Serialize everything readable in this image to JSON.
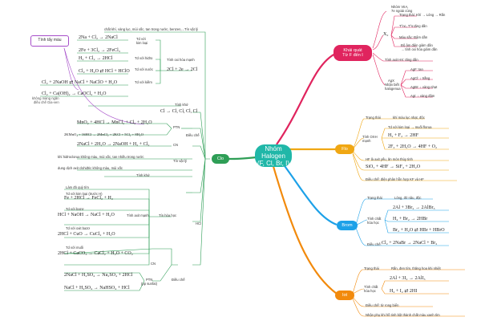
{
  "center": {
    "title": "Nhóm Halogen",
    "subtitle": "(F, Cl, Br, I)"
  },
  "branches": {
    "khai_quat": "Khái quát\nTừ F đến I",
    "cl": "Clo",
    "flo": "Flo",
    "brom": "Brom",
    "iot": "Iot"
  },
  "khai_quat": {
    "top1": "Nhóm VIIA,",
    "top2": "7e ngoài cùng",
    "x2_label": "X₂",
    "x2_1": "Trạng thái: Khí → Lỏng → Rắn",
    "x2_2": "T°nc, T°s  tăng dần",
    "x2_3": "Màu sắc: Đậm dần",
    "x2_4": "Độ âm điện giảm dần",
    "x2_5": "→ tính oxi hóa giảm dần",
    "hx": "Tính axit HX: tăng dần",
    "agx_1": "AgX",
    "agx_2": "Nhận biết",
    "agx_3": "halogenua",
    "ag1": "AgF: tan",
    "ag2": "AgCl: ↓ trắng",
    "ag3": "AgBr: ↓ vàng nhạt",
    "ag4": "AgI: ↓ vàng đậm"
  },
  "clo": {
    "top": "chất khí, vàng lục, mùi xốc, tan trong nước, benzen,...",
    "top2": "Tín vật lý",
    "f1": "2Na + Cl₂ → 2NaCl",
    "f2": "2Fe + 3Cl₂ → 2FeCl₃",
    "f3": "H₂ + Cl₂ → 2HCl",
    "f4": "Cl₂ + H₂O ⇄ HCl + HClO",
    "f5": "Cl₂ + 2NaOH ⇄ NaCl + NaClO + H₂O",
    "f6": "Cl₂ + Ca(OH)₂ → CaOCl₂ + H₂O",
    "l1": "Td với",
    "l1b": "kim loại",
    "l2": "Td với hiđro",
    "l3": "Td với nước",
    "l4": "Td với kiềm",
    "oxh": "Tính oxi hóa mạnh",
    "oxh_f": "2Cl + 2e → 2Cl",
    "khu": "Tính khử",
    "khu_f": "Cl → Cl, Cl, Cl, Cl",
    "callout": "Tính tẩy màu",
    "note": "không màng ngăn",
    "note2": "điều chế Gia-ven",
    "f7": "MnO₂ + 4HCl → MnCl₂ + Cl₂ + 2H₂O",
    "f8": "2KMnO₄ + 16HCl → 2MnCl₂ + 2KCl + 5Cl₂ + 8H₂O",
    "f9": "2NaCl + 2H₂O → 2NaOH + H₂ + Cl₂",
    "ptn": "PTN",
    "cn": "CN",
    "dieuche": "Điều chế",
    "hcl_top": "khí hiđroclorua không màu, mùi xốc, tan nhiều trong nước",
    "hcl_top2": "dung dịch axit clohiđric không màu, mùi xốc",
    "hcl_vl": "Tín vật lý",
    "hcl_khu": "Tính khử",
    "hcl": "HCl",
    "a1": "Làm đỏ quỳ tím",
    "a2": "Td với kim loại (trước H)",
    "f10": "Fe + 2HCl → FeCl₂ + H₂",
    "a3": "Td với bazơ",
    "f11": "HCl + NaOH → NaCl + H₂O",
    "a4": "Td với oxit bazơ",
    "f12": "2HCl + CuO → CuCl₂ + H₂O",
    "a5": "Td với muối",
    "f13": "2HCl + CaCO₃ → CaCl₂ + H₂O + CO₂",
    "axit": "Tính axit mạnh",
    "hoahoc": "Tín hóa học",
    "cn2": "CN",
    "f14": "2NaCl + H₂SO₄ → Na₂SO₄ + 2HCl",
    "f15": "NaCl + H₂SO₄ → NaHSO₄ + HCl",
    "ptn2": "PTN",
    "ptn2b": "(pp sunfat)",
    "dieuche2": "Điều chế"
  },
  "flo_d": {
    "t1": "Trạng thái",
    "t1v": "khí màu lục nhạt, độc",
    "oxh": "Tính OXH mạnh",
    "r1": "Td với kim loại → muối florua",
    "f1": "H₂ + F₂ → 2HF",
    "f2": "2F₂ + 2H₂O → 4HF + O₂",
    "hf": "HF là axit yếu, ăn mòn thủy tinh",
    "f3": "SiO₂ + 4HF → SiF₄ + 2H₂O",
    "dc": "Điều chế: điện phân hỗn hợp KF và HF"
  },
  "brom_d": {
    "t1": "Trạng thái",
    "t1v": "Lỏng, đỏ nâu, độc",
    "hh": "Tính chất hóa học",
    "f1": "2Al + 3Br₂ → 2AlBr₃",
    "f2": "H₂ + Br₂ → 2HBr",
    "f3": "Br₂ + H₂O ⇄ HBr + HBrO",
    "dc": "Điều chế:",
    "f4": "Cl₂ + 2NaBr → 2NaCl + Br₂"
  },
  "iot_d": {
    "t1": "Trạng thái",
    "t1v": "Rắn, đen tím, thăng hoa khi nhiệt",
    "hh": "Tính chất hóa học",
    "f1": "2Al + 3I₂ → 2AlI₃",
    "f2": "H₂ + I₂ ⇄ 2HI",
    "dc": "Điều chế: từ rong biển",
    "nb": "Nhận phụ khi hồ tinh bột thành chất màu xanh tím"
  },
  "colors": {
    "center": "#20b7a8",
    "clo": "#2e9e56",
    "khai_quat": "#e0245e",
    "flo": "#f0a713",
    "brom": "#1da1e8",
    "iot": "#f28a0c"
  }
}
